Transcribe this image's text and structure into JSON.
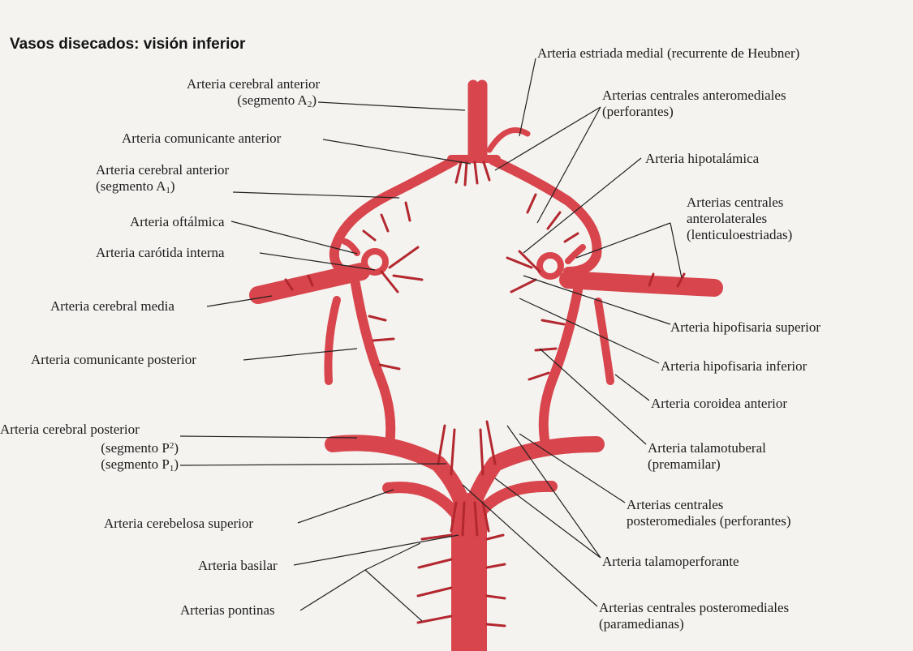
{
  "title": "Vasos disecados: visión inferior",
  "colors": {
    "vessel": "#d8454c",
    "vessel_dark": "#b3282f",
    "line": "#222222",
    "paper": "#f4f3f0"
  },
  "labels": {
    "aca_a2": "Arteria cerebral anterior",
    "aca_a2_seg": "(segmento A",
    "aca_a2_sub": "2",
    "acom": "Arteria comunicante anterior",
    "aca_a1": "Arteria cerebral anterior",
    "aca_a1_seg": "(segmento A",
    "aca_a1_sub": "1",
    "oftalmica": "Arteria oftálmica",
    "carotida": "Arteria carótida interna",
    "acm": "Arteria cerebral media",
    "pcom": "Arteria comunicante posterior",
    "acp": "Arteria cerebral posterior",
    "acp_p2": "(segmento P",
    "acp_p2_sub": "2",
    "acp_p1": "(segmento P",
    "acp_p1_sub": "1",
    "cerebelosa": "Arteria cerebelosa superior",
    "basilar": "Arteria basilar",
    "pontinas": "Arterias pontinas",
    "heubner": "Arteria estriada medial (recurrente de Heubner)",
    "centrales_am": "Arterias centrales anteromediales",
    "centrales_am_2": "(perforantes)",
    "hipotalamica": "Arteria hipotalámica",
    "centrales_al": "Arterias centrales",
    "centrales_al_2": "anterolaterales",
    "centrales_al_3": "(lenticuloestriadas)",
    "hipofisaria_sup": "Arteria hipofisaria superior",
    "hipofisaria_inf": "Arteria hipofisaria inferior",
    "coroidea": "Arteria coroidea anterior",
    "talamotuberal": "Arteria talamotuberal",
    "talamotuberal_2": "(premamilar)",
    "centrales_pm": "Arterias centrales",
    "centrales_pm_2": "posteromediales (perforantes)",
    "talamoperforante": "Arteria talamoperforante",
    "centrales_pm_para": "Arterias centrales posteromediales",
    "centrales_pm_para_2": "(paramedianas)"
  }
}
